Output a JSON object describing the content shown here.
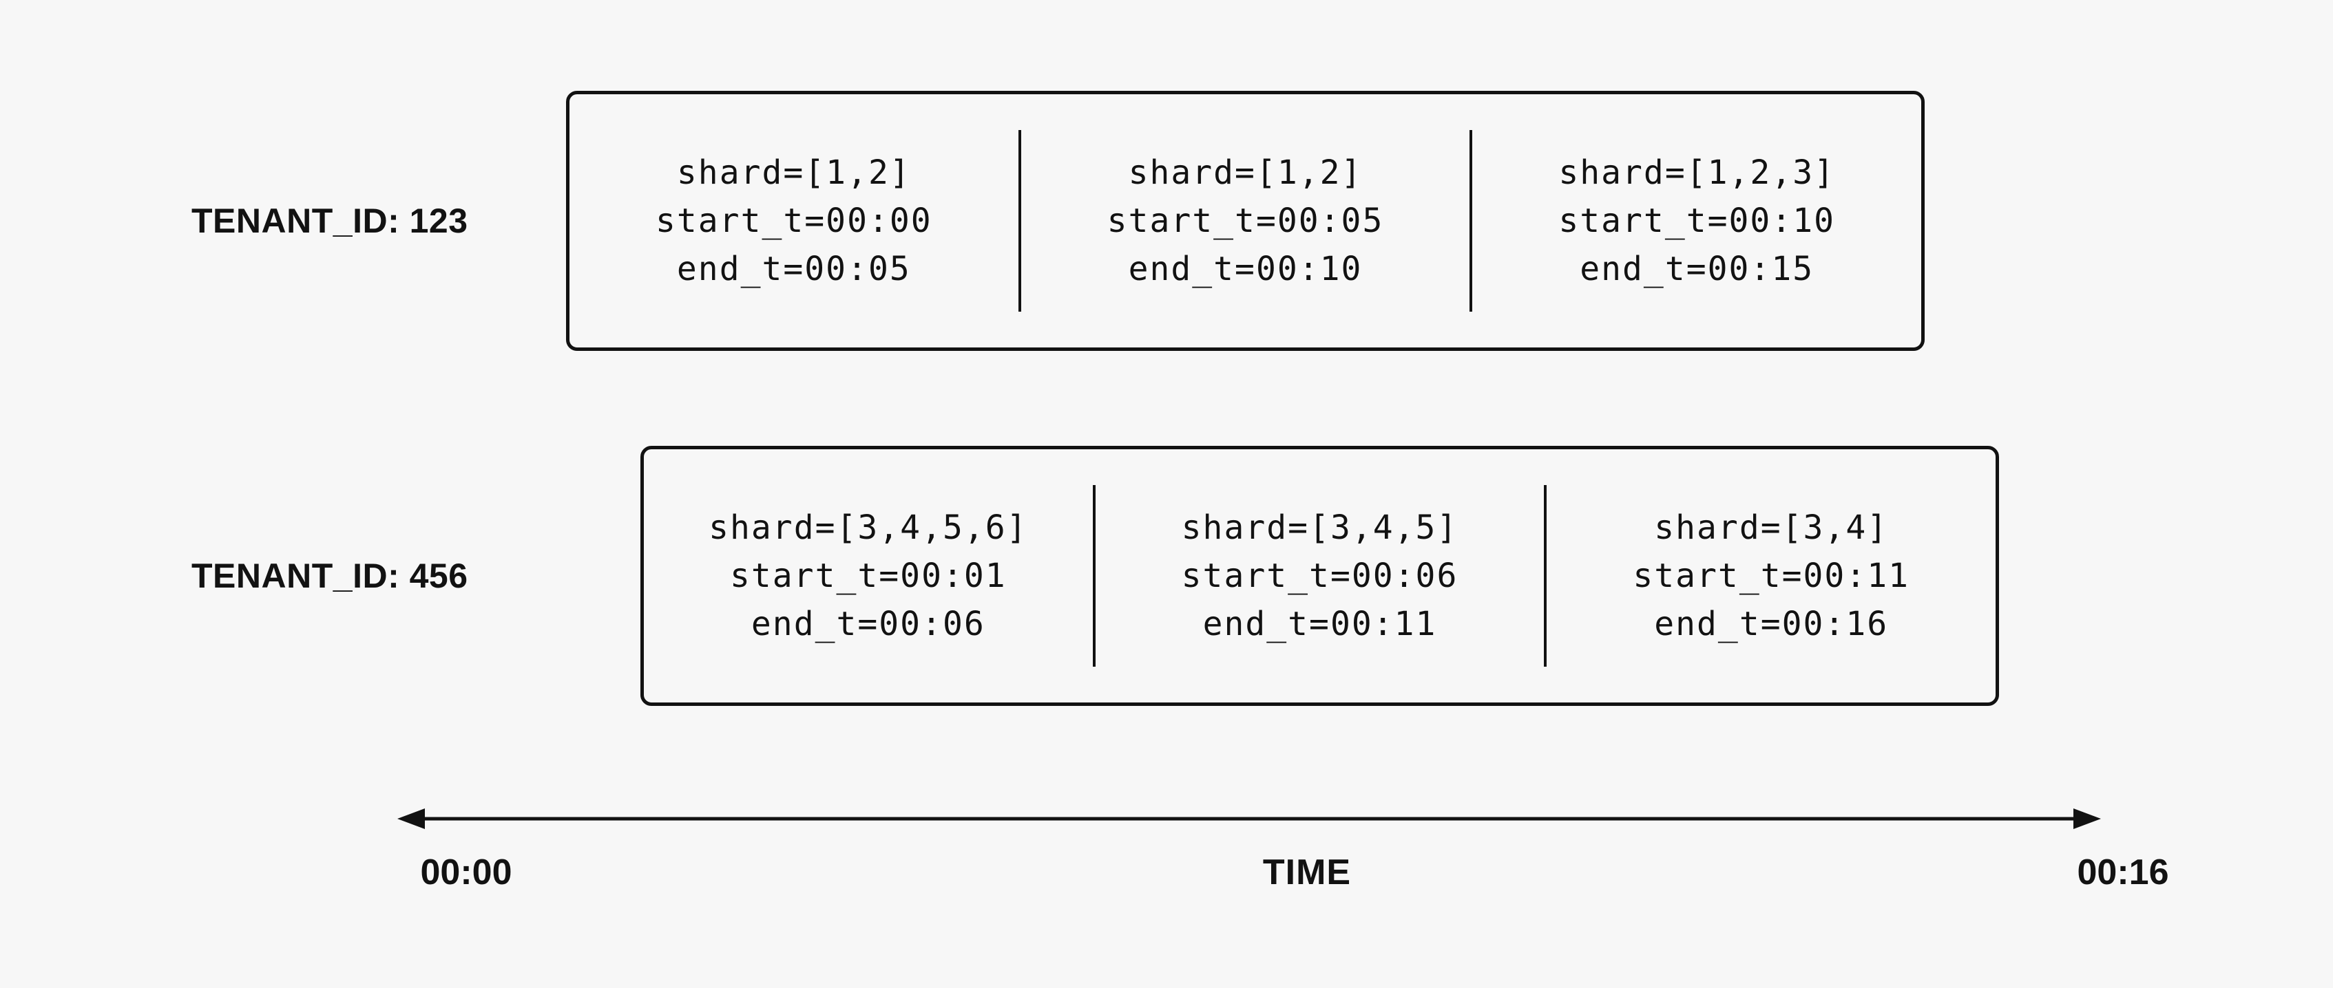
{
  "page": {
    "background_color": "#f7f7f7",
    "ink_color": "#121212"
  },
  "tenants": [
    {
      "label": "TENANT_ID: 123",
      "segments": [
        {
          "shard": "shard=[1,2]",
          "start": "start_t=00:00",
          "end": "end_t=00:05"
        },
        {
          "shard": "shard=[1,2]",
          "start": "start_t=00:05",
          "end": "end_t=00:10"
        },
        {
          "shard": "shard=[1,2,3]",
          "start": "start_t=00:10",
          "end": "end_t=00:15"
        }
      ]
    },
    {
      "label": "TENANT_ID: 456",
      "segments": [
        {
          "shard": "shard=[3,4,5,6]",
          "start": "start_t=00:01",
          "end": "end_t=00:06"
        },
        {
          "shard": "shard=[3,4,5]",
          "start": "start_t=00:06",
          "end": "end_t=00:11"
        },
        {
          "shard": "shard=[3,4]",
          "start": "start_t=00:11",
          "end": "end_t=00:16"
        }
      ]
    }
  ],
  "axis": {
    "start_label": "00:00",
    "title": "TIME",
    "end_label": "00:16"
  }
}
